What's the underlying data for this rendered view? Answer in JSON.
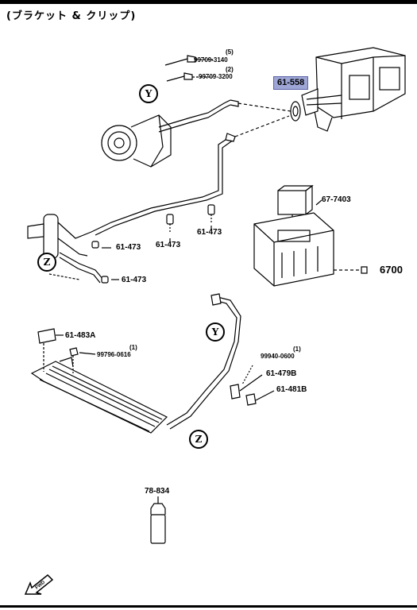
{
  "header": {
    "title": "(ブラケット & クリップ)"
  },
  "labels": {
    "qty_5": "(5)",
    "bolt_99709_3140": "99709-3140",
    "qty_2": "(2)",
    "bolt_99709_3200": "99709-3200",
    "part_61_558": "61-558",
    "part_67_7403": "67-7403",
    "part_61_473_a": "61-473",
    "part_61_473_b": "61-473",
    "part_61_473_c": "61-473",
    "part_61_473_d": "61-473",
    "part_6700": "6700",
    "part_61_483a": "61-483A",
    "qty_1a": "(1)",
    "bolt_99796_0616": "99796-0616",
    "qty_1b": "(1)",
    "bolt_99940_0600": "99940-0600",
    "part_61_479b": "61-479B",
    "part_61_481b": "61-481B",
    "part_78_834": "78-834",
    "ref_y_top": "Y",
    "ref_y_mid": "Y",
    "ref_z_left": "Z",
    "ref_z_bottom": "Z",
    "fwd": "FWD"
  },
  "colors": {
    "highlight": "#9ea6d6"
  }
}
